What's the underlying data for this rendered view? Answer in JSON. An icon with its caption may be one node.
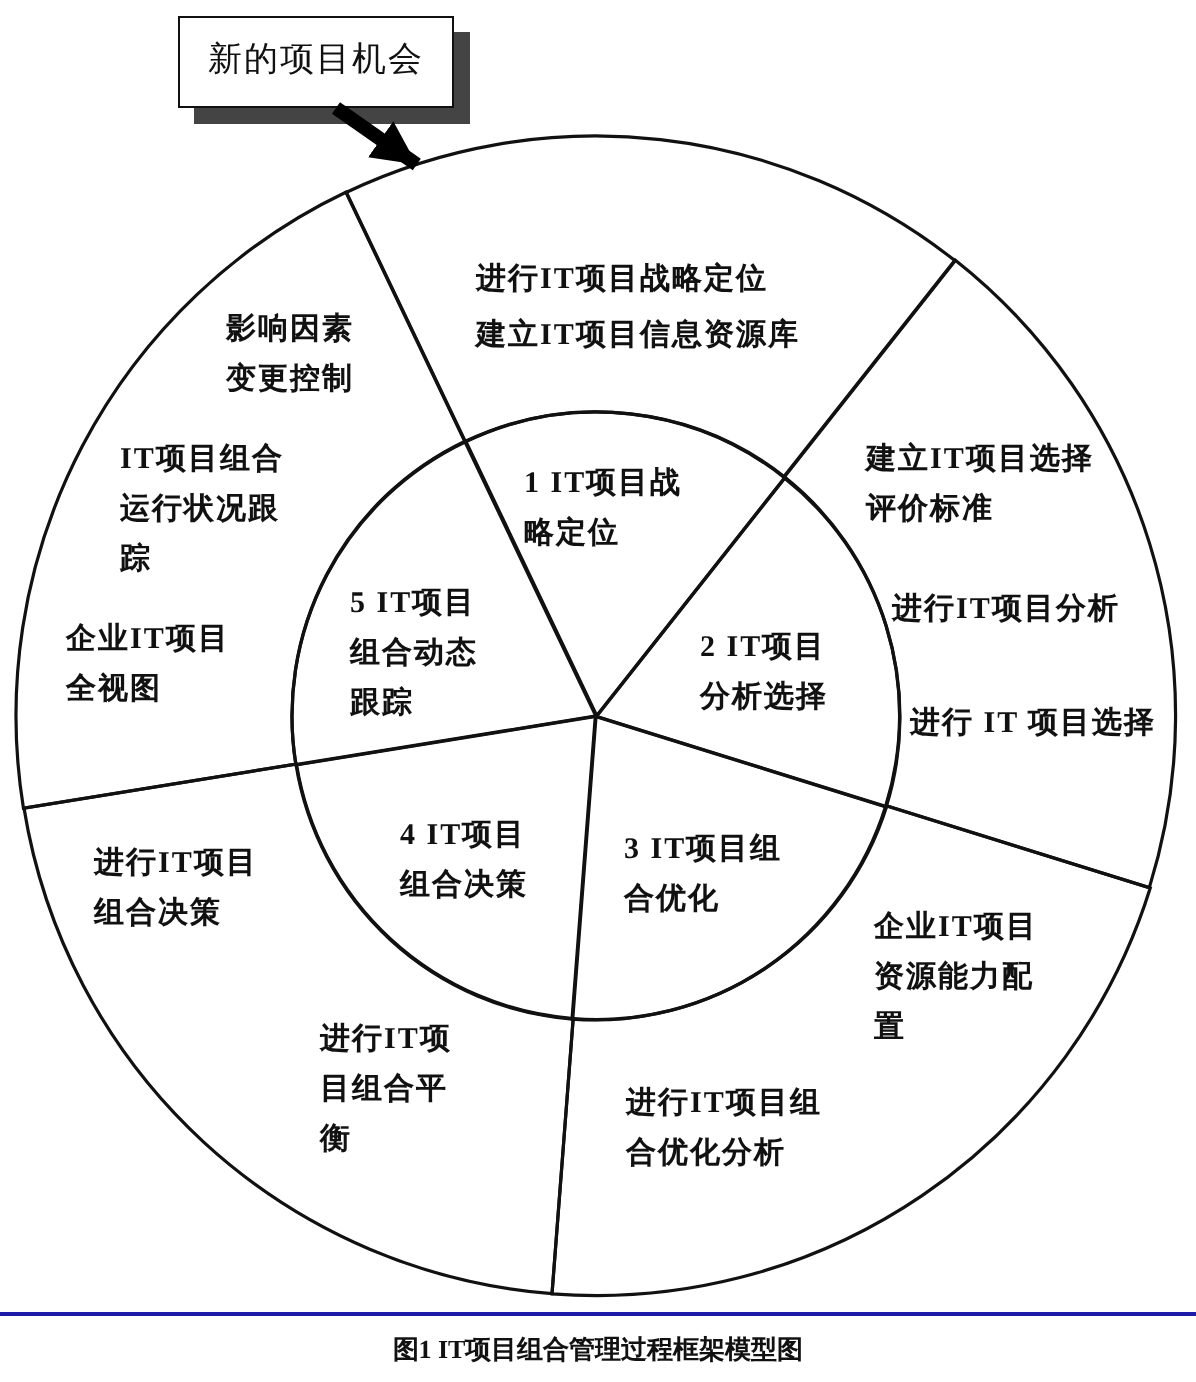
{
  "diagram": {
    "caption": "图1 IT项目组合管理过程框架模型图",
    "nodes": [
      {
        "text": [
          "新的项目机会"
        ]
      },
      {
        "text": [
          "进行IT项目战略定位",
          "建立IT项目信息资源库"
        ]
      },
      {
        "text": [
          "建立IT项目选择评价标准",
          "进行IT项目分析",
          "进行 IT 项目选择"
        ]
      },
      {
        "text": [
          "企业IT项目资源能力配置",
          "进行IT项目组合优化分析"
        ]
      },
      {
        "text": [
          "进行IT项目组合决策",
          "进行IT项目组合平衡"
        ]
      },
      {
        "text": [
          "影响因素变更控制",
          "IT项目组合运行状况跟踪",
          "企业IT项目全视图"
        ]
      },
      {
        "text": [
          "1 IT项目战略定位"
        ]
      },
      {
        "text": [
          "2 IT项目分析选择"
        ]
      },
      {
        "text": [
          "3 IT项目组合优化"
        ]
      },
      {
        "text": [
          "4 IT项目组合决策"
        ]
      },
      {
        "text": [
          "5 IT项目组合动态跟踪"
        ]
      }
    ],
    "edges": [
      {
        "from": 0,
        "to": 1,
        "arrow": "to"
      }
    ]
  }
}
